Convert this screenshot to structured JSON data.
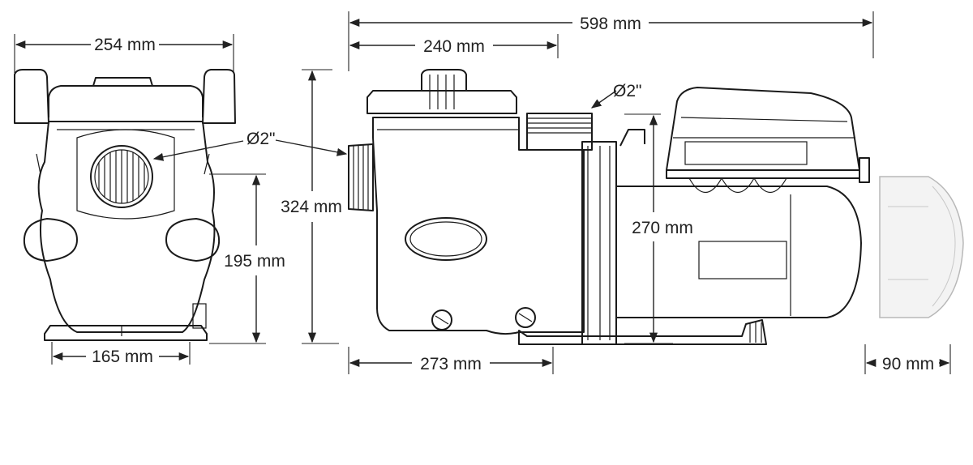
{
  "dimensions": {
    "front_overall_width": "254 mm",
    "front_base_width": "165 mm",
    "front_axis_height": "195 mm",
    "overall_height": "324 mm",
    "overall_length": "598 mm",
    "basket_length": "240 mm",
    "base_length": "273 mm",
    "motor_height": "270 mm",
    "removal_clearance": "90 mm",
    "inlet_diameter": "Ø2\"",
    "outlet_diameter": "Ø2\""
  },
  "colors": {
    "line": "#1a1a1a",
    "ghost_fill": "#f3f3f3",
    "ghost_stroke": "#b8b8b8"
  }
}
